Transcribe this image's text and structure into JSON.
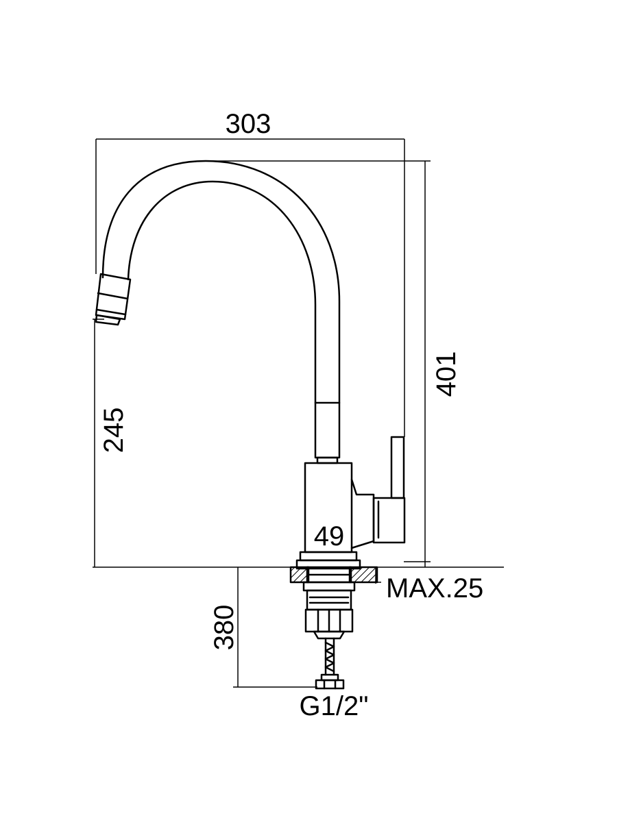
{
  "dimensions": {
    "total_reach": "303",
    "total_height": "401",
    "spout_height": "245",
    "body_diameter": "49",
    "max_countertop_thickness": "MAX.25",
    "hose_length": "380",
    "connection_thread": "G1/2\""
  },
  "colors": {
    "line": "#000000",
    "background": "#ffffff"
  }
}
